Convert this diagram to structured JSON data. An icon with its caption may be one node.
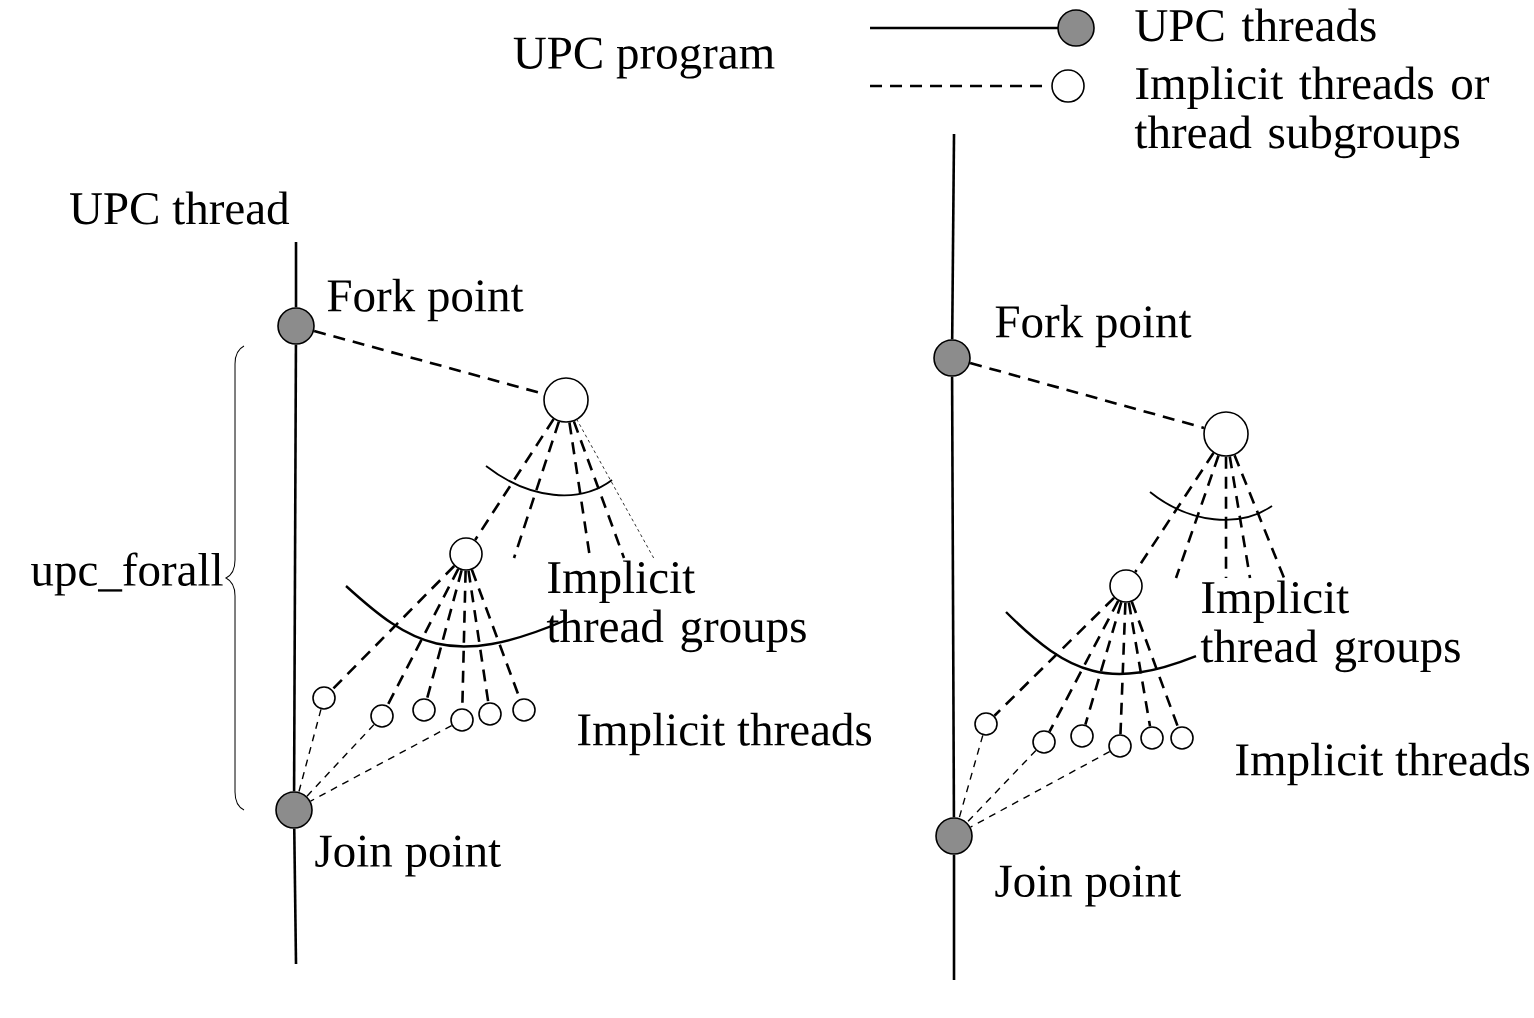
{
  "diagram": {
    "nodes": [
      {
        "text": [],
        "shape": "circle",
        "beside": [
          "Fork point"
        ]
      },
      {
        "text": [],
        "shape": "circle"
      },
      {
        "text": [],
        "shape": "circle"
      },
      {
        "text": [],
        "shape": "circle"
      },
      {
        "text": [],
        "shape": "circle"
      },
      {
        "text": [],
        "shape": "circle"
      },
      {
        "text": [],
        "shape": "circle"
      },
      {
        "text": [],
        "shape": "circle"
      },
      {
        "text": [],
        "shape": "circle"
      },
      {
        "text": [],
        "shape": "circle",
        "beside": [
          "Join point"
        ]
      },
      {
        "text": [
          "Implicit thread groups"
        ]
      },
      {
        "text": [],
        "shape": "circle",
        "beside": [
          "Fork point"
        ]
      },
      {
        "text": [],
        "shape": "circle"
      },
      {
        "text": [],
        "shape": "circle"
      },
      {
        "text": [],
        "shape": "circle"
      },
      {
        "text": [],
        "shape": "circle"
      },
      {
        "text": [],
        "shape": "circle"
      },
      {
        "text": [],
        "shape": "circle"
      },
      {
        "text": [],
        "shape": "circle"
      },
      {
        "text": [],
        "shape": "circle"
      },
      {
        "text": [],
        "shape": "circle",
        "beside": [
          "Join point"
        ]
      },
      {
        "text": [
          "Implicit thread groups"
        ]
      }
    ],
    "edges": [
      {
        "from": null,
        "to": 0,
        "arrow": "none"
      },
      {
        "from": 0,
        "to": 9,
        "arrow": "none"
      },
      {
        "from": 9,
        "to": null,
        "arrow": "none"
      },
      {
        "from": 0,
        "to": 1,
        "arrow": "none",
        "style": "dashed"
      },
      {
        "from": 1,
        "to": 2,
        "arrow": "none",
        "style": "dashed"
      },
      {
        "from": 1,
        "to": 10,
        "arrow": "none",
        "style": "dashed"
      },
      {
        "from": 1,
        "to": 10,
        "arrow": "none",
        "style": "dashed"
      },
      {
        "from": 1,
        "to": 10,
        "arrow": "none",
        "style": "dashed"
      },
      {
        "from": 2,
        "to": 3,
        "arrow": "none",
        "style": "dashed"
      },
      {
        "from": 2,
        "to": 4,
        "arrow": "none",
        "style": "dashed"
      },
      {
        "from": 2,
        "to": 5,
        "arrow": "none",
        "style": "dashed"
      },
      {
        "from": 2,
        "to": 6,
        "arrow": "none",
        "style": "dashed"
      },
      {
        "from": 2,
        "to": 7,
        "arrow": "none",
        "style": "dashed"
      },
      {
        "from": 2,
        "to": 8,
        "arrow": "none",
        "style": "dashed"
      },
      {
        "from": 3,
        "to": 9,
        "arrow": "none",
        "style": "dashed"
      },
      {
        "from": 4,
        "to": 9,
        "arrow": "none",
        "style": "dashed"
      },
      {
        "from": 6,
        "to": 9,
        "arrow": "none",
        "style": "dashed"
      },
      {
        "from": 10,
        "to": 1,
        "arrow": "none",
        "style": "dashed"
      },
      {
        "from": null,
        "to": 11,
        "arrow": "none"
      },
      {
        "from": 11,
        "to": 20,
        "arrow": "none"
      },
      {
        "from": 20,
        "to": null,
        "arrow": "none"
      },
      {
        "from": 11,
        "to": 12,
        "arrow": "none",
        "style": "dashed"
      },
      {
        "from": 12,
        "to": 13,
        "arrow": "none",
        "style": "dashed"
      },
      {
        "from": 12,
        "to": 21,
        "arrow": "none",
        "style": "dashed"
      },
      {
        "from": 12,
        "to": 21,
        "arrow": "none",
        "style": "dashed"
      },
      {
        "from": 12,
        "to": 21,
        "arrow": "none",
        "style": "dashed"
      },
      {
        "from": 12,
        "to": 21,
        "arrow": "none",
        "style": "dashed"
      },
      {
        "from": 13,
        "to": 14,
        "arrow": "none",
        "style": "dashed"
      },
      {
        "from": 13,
        "to": 15,
        "arrow": "none",
        "style": "dashed"
      },
      {
        "from": 13,
        "to": 16,
        "arrow": "none",
        "style": "dashed"
      },
      {
        "from": 13,
        "to": 17,
        "arrow": "none",
        "style": "dashed"
      },
      {
        "from": 13,
        "to": 18,
        "arrow": "none",
        "style": "dashed"
      },
      {
        "from": 13,
        "to": 19,
        "arrow": "none",
        "style": "dashed"
      },
      {
        "from": 14,
        "to": 20,
        "arrow": "none",
        "style": "dashed"
      },
      {
        "from": 15,
        "to": 20,
        "arrow": "none",
        "style": "dashed"
      },
      {
        "from": 17,
        "to": 20,
        "arrow": "none",
        "style": "dashed"
      }
    ],
    "labels": [
      "UPC program",
      "UPC thread",
      "upc_forall",
      "Implicit threads",
      "Implicit threads"
    ],
    "legend": [
      {
        "text": "UPC threads"
      },
      {
        "text": "Implicit threads or thread subgroups"
      }
    ]
  }
}
